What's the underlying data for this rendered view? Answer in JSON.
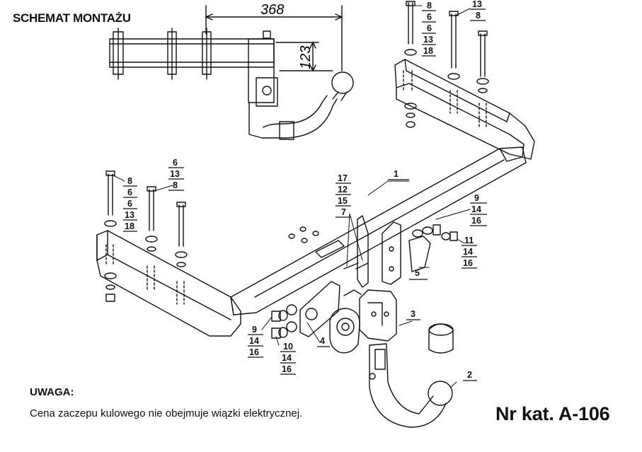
{
  "title": "SCHEMAT MONTAŻU",
  "dimensions": {
    "width_label": "368",
    "height_label": "123"
  },
  "callouts": {
    "bolt_top_left": [
      "8",
      "6",
      "6",
      "13",
      "18"
    ],
    "bolt_top_right": [
      "13",
      "8"
    ],
    "bolt_mid_left": [
      "8",
      "6",
      "6",
      "13",
      "18"
    ],
    "bolt_mid_center": [
      "6",
      "13",
      "8"
    ],
    "bracket_group": [
      "17",
      "12",
      "15",
      "7"
    ],
    "main_bar": "1",
    "right_group": [
      "9",
      "14",
      "16"
    ],
    "right_group2": [
      "11",
      "14",
      "16"
    ],
    "plate": "5",
    "socket": "4",
    "ball_bracket": "3",
    "ball": "2",
    "left_group": [
      "9",
      "14",
      "16"
    ],
    "left_group2": [
      "10",
      "14",
      "16"
    ]
  },
  "note": {
    "heading": "UWAGA:",
    "text": "Cena zaczepu kulowego nie obejmuje wiązki elektrycznej."
  },
  "catalog_number": "Nr kat. A-106"
}
